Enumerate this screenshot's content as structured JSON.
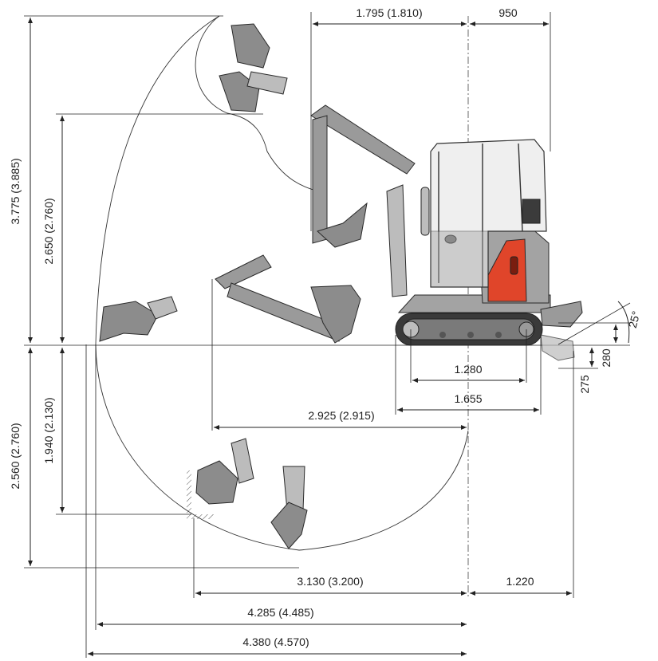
{
  "dimensions": {
    "tail_to_centre": "1.795 (1.810)",
    "front_to_centre": "950",
    "max_dig_height": "3.775 (3.885)",
    "max_dump_height": "2.650 (2.760)",
    "max_dig_depth": "2.560 (2.760)",
    "vertical_wall_depth": "1.940 (2.130)",
    "min_swing_radius": "2.925 (2.915)",
    "track_length": "1.280",
    "undercarriage_length": "1.655",
    "ground_reach_front": "3.130 (3.200)",
    "front_offset": "1.220",
    "max_ground_reach": "4.285 (4.485)",
    "max_reach": "4.380 (4.570)",
    "blade_lift": "280",
    "blade_depth": "275",
    "blade_angle": "25°"
  },
  "colors": {
    "accent": "#e0452a",
    "machine_grey": "#9a9a9a",
    "glass": "#efefef"
  }
}
